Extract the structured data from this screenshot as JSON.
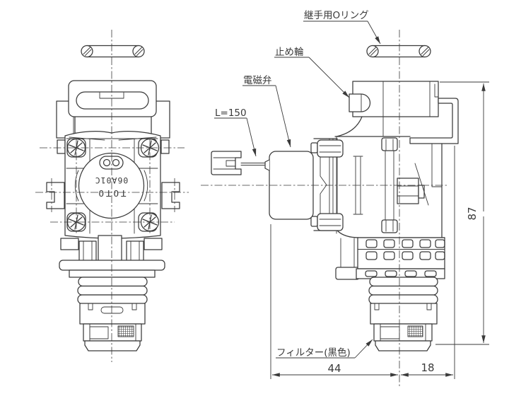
{
  "part_labels": {
    "joint_oring": "継手用Oリング",
    "retaining_ring": "止め輪",
    "solenoid_valve": "電磁弁",
    "lead_length": "L=150",
    "filter_black": "フィルター(黒色)"
  },
  "dimensions": {
    "overall_height": "87",
    "width_left": "44",
    "width_right": "18"
  },
  "part_marking": {
    "brand": "TOTO",
    "model": "06A01C"
  },
  "colors": {
    "line": "#3a3a3a",
    "background": "#ffffff"
  }
}
